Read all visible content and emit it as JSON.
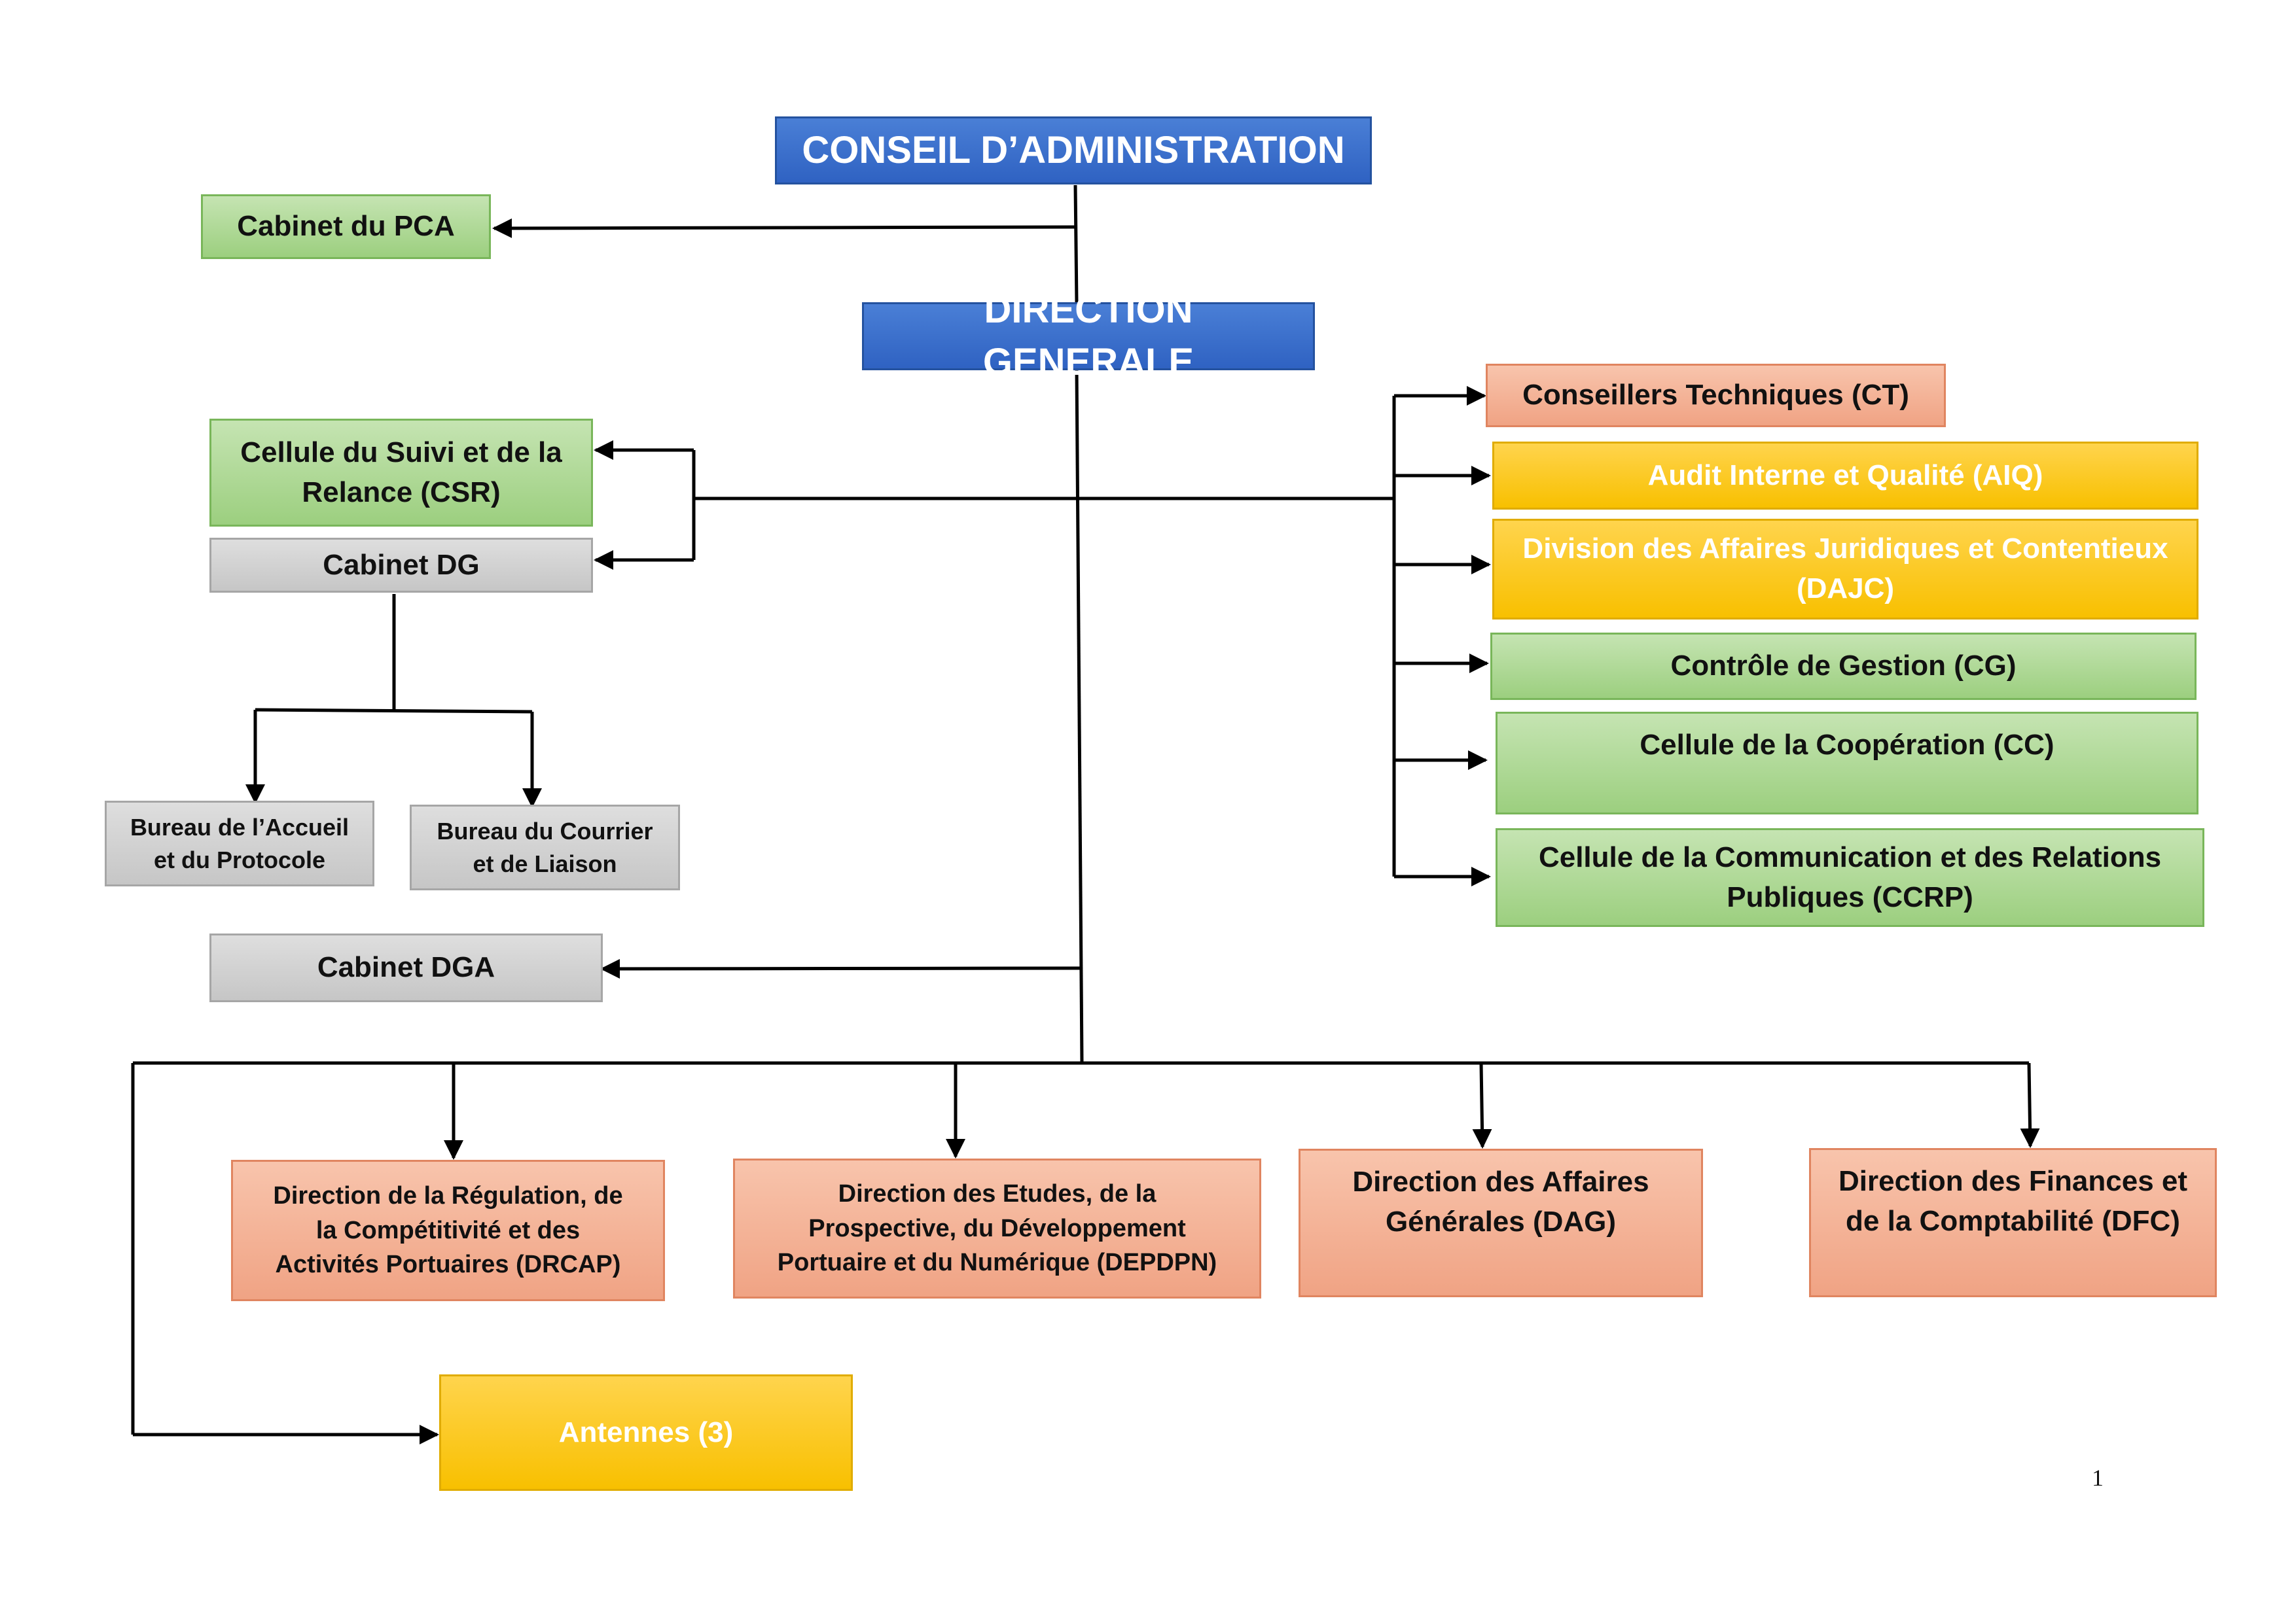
{
  "board": {
    "label": "CONSEIL D’ADMINISTRATION"
  },
  "pca_cabinet": {
    "label": "Cabinet du PCA"
  },
  "general_direction": {
    "label": "DIRECTION GENERALE"
  },
  "left_units": {
    "csr": "Cellule du Suivi et de la\nRelance (CSR)",
    "cabinet_dg": "Cabinet DG",
    "bureau_accueil": "Bureau de l’Accueil\net du Protocole",
    "bureau_courrier": "Bureau du Courrier\net de Liaison",
    "cabinet_dga": "Cabinet DGA"
  },
  "right_units": {
    "ct": "Conseillers Techniques (CT)",
    "aiq": "Audit Interne et Qualité (AIQ)",
    "dajc": "Division des Affaires Juridiques et Contentieux\n(DAJC)",
    "cg": "Contrôle de Gestion (CG)",
    "cc": "Cellule de la Coopération (CC)",
    "ccrp": "Cellule de la Communication et des Relations\nPubliques (CCRP)"
  },
  "directorates": {
    "drcap": "Direction de la Régulation, de\nla Compétitivité et des\nActivités Portuaires (DRCAP)",
    "depdpn": "Direction des Etudes, de la\nProspective, du Développement\nPortuaire et du Numérique (DEPDPN)",
    "dag": "Direction des Affaires\nGénérales (DAG)",
    "dfc": "Direction des Finances et\nde la Comptabilité (DFC)"
  },
  "antennes": {
    "label": "Antennes (3)"
  },
  "page_number": "1",
  "colors": {
    "blue": "#2f62c2",
    "green": "#9ccf7f",
    "grey": "#c6c6c6",
    "orange": "#f0a384",
    "yellow": "#f8c000",
    "connector": "#000000"
  }
}
